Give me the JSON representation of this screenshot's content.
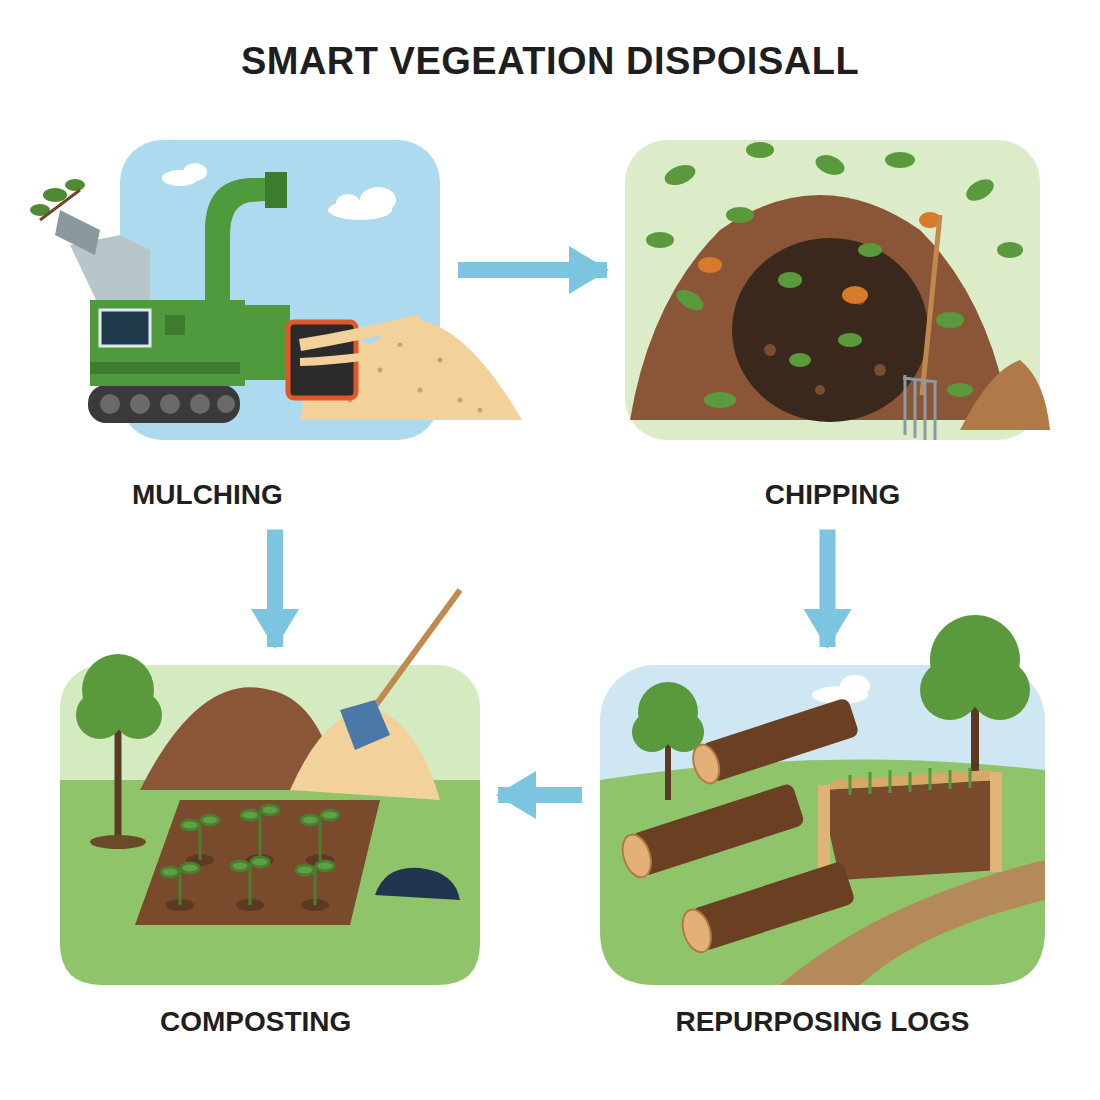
{
  "diagram": {
    "title": "SMART VEGEATION DISPOISALL",
    "nodes": [
      {
        "text": [
          "MULCHING"
        ]
      },
      {
        "text": [
          "CHIPPING"
        ]
      },
      {
        "text": [
          "COMPOSTING"
        ]
      },
      {
        "text": [
          "REPURPOSING LOGS"
        ]
      }
    ],
    "edges": [
      {
        "from": 0,
        "to": 1,
        "arrow": "to"
      },
      {
        "from": 0,
        "to": 2,
        "arrow": "to"
      },
      {
        "from": 1,
        "to": 3,
        "arrow": "to"
      },
      {
        "from": 3,
        "to": 2,
        "arrow": "to"
      }
    ]
  }
}
